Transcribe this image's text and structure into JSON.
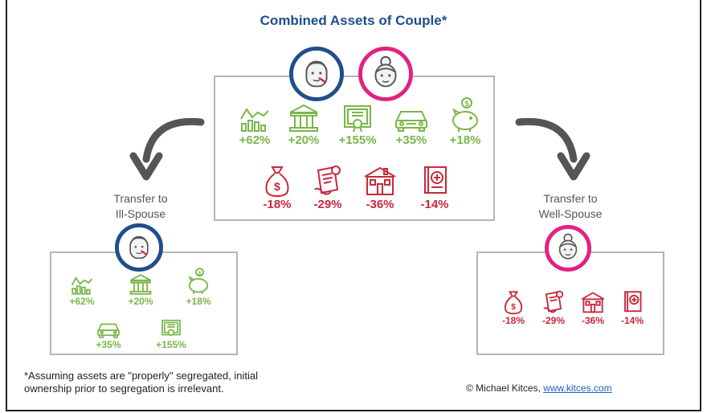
{
  "title": "Combined Assets of Couple*",
  "colors": {
    "title": "#1f4e8c",
    "gain": "#7ab648",
    "loss": "#c8283c",
    "husband_ring": "#1f4e8c",
    "wife_ring": "#e0237f",
    "box_border": "#b5b5b5"
  },
  "combined": {
    "gains": [
      {
        "icon": "stock-chart-icon",
        "value": "+62%"
      },
      {
        "icon": "bank-icon",
        "value": "+20%"
      },
      {
        "icon": "certificate-icon",
        "value": "+155%"
      },
      {
        "icon": "car-icon",
        "value": "+35%"
      },
      {
        "icon": "piggy-bank-icon",
        "value": "+18%"
      }
    ],
    "losses": [
      {
        "icon": "money-bag-icon",
        "value": "-18%"
      },
      {
        "icon": "document-seal-icon",
        "value": "-29%"
      },
      {
        "icon": "house-icon",
        "value": "-36%"
      },
      {
        "icon": "medical-book-icon",
        "value": "-14%"
      }
    ]
  },
  "ill_spouse": {
    "label_line1": "Transfer to",
    "label_line2": "Ill-Spouse",
    "items": [
      {
        "icon": "stock-chart-icon",
        "value": "+62%"
      },
      {
        "icon": "bank-icon",
        "value": "+20%"
      },
      {
        "icon": "piggy-bank-icon",
        "value": "+18%"
      },
      {
        "icon": "car-icon",
        "value": "+35%"
      },
      {
        "icon": "certificate-icon",
        "value": "+155%"
      }
    ]
  },
  "well_spouse": {
    "label_line1": "Transfer to",
    "label_line2": "Well-Spouse",
    "items": [
      {
        "icon": "money-bag-icon",
        "value": "-18%"
      },
      {
        "icon": "document-seal-icon",
        "value": "-29%"
      },
      {
        "icon": "house-icon",
        "value": "-36%"
      },
      {
        "icon": "medical-book-icon",
        "value": "-14%"
      }
    ]
  },
  "footnote_line1": "*Assuming assets are \"properly\" segregated, initial",
  "footnote_line2": "ownership prior to segregation is irrelevant.",
  "credit_prefix": "© Michael Kitces, ",
  "credit_link": "www.kitces.com"
}
